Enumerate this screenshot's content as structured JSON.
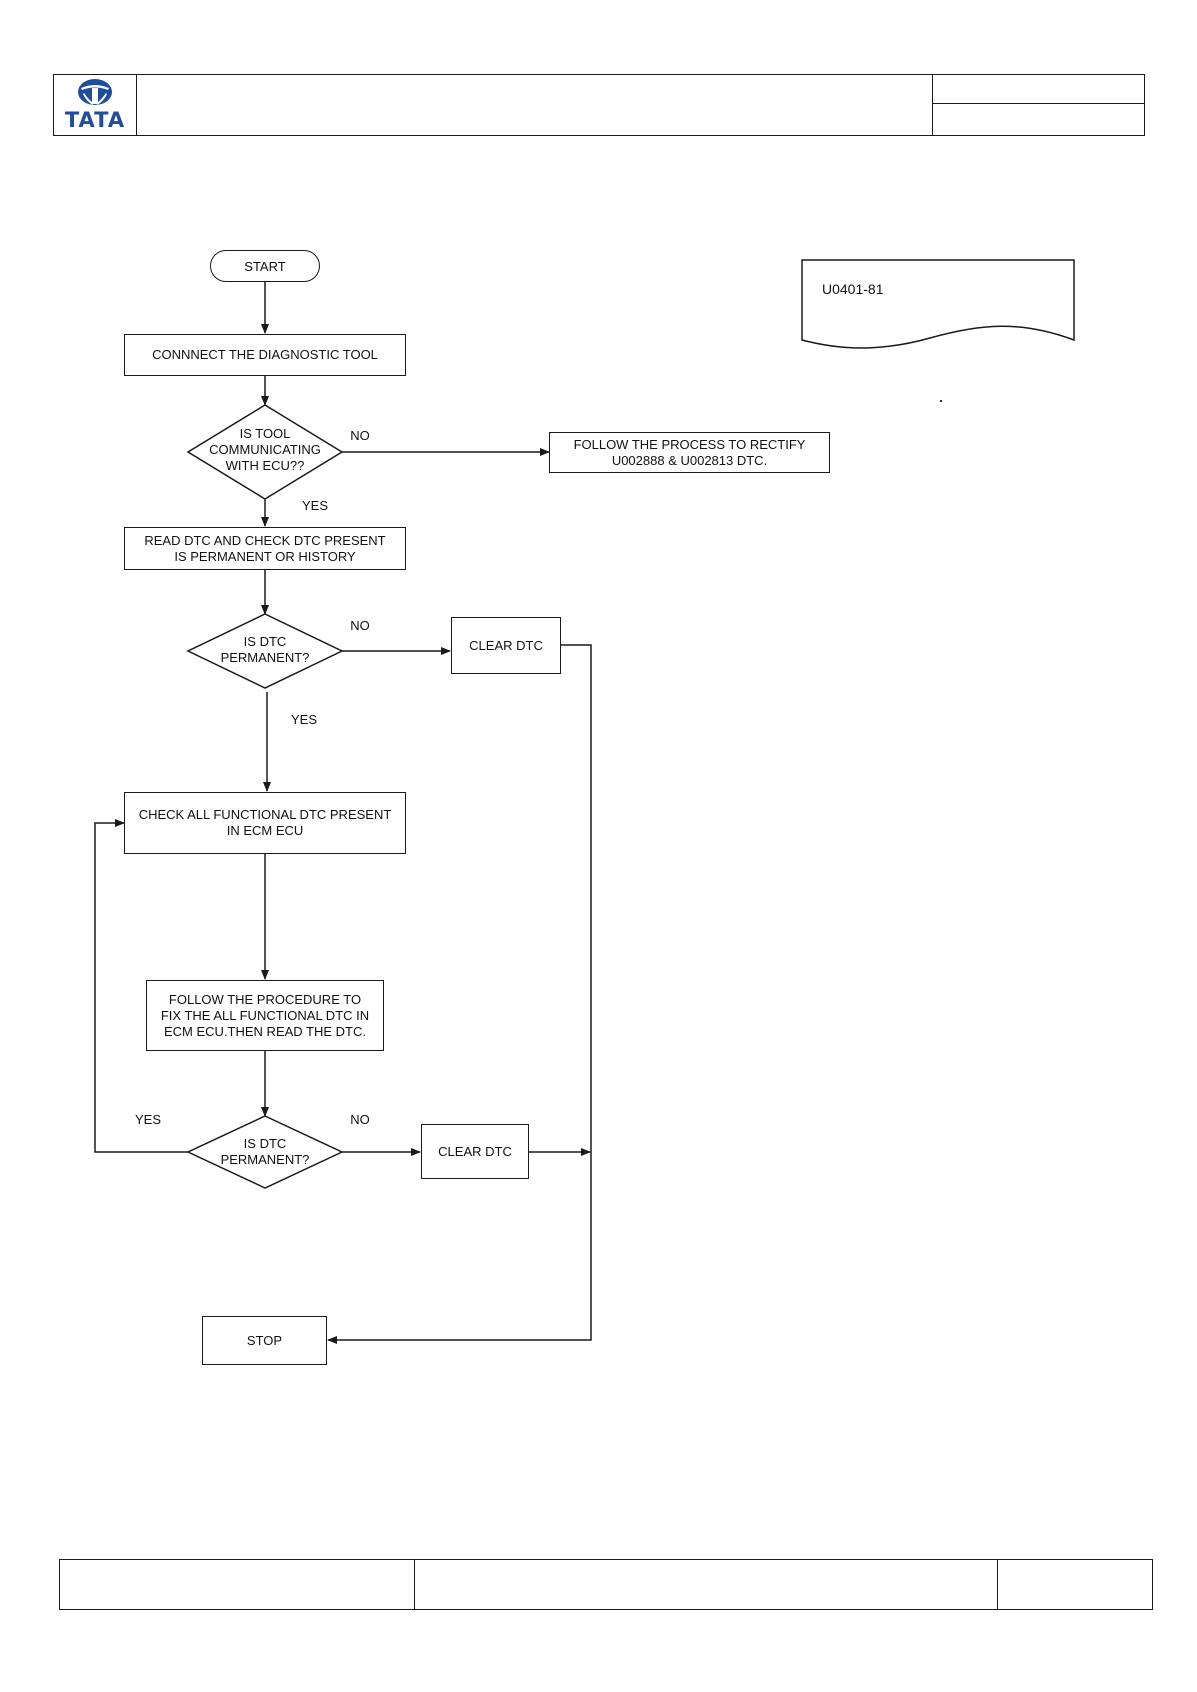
{
  "header": {
    "logo_text": "TATA",
    "brand_color": "#1f4e9c"
  },
  "document_tag": {
    "code": "U0401-81"
  },
  "flowchart": {
    "start": "START",
    "connect": "CONNNECT THE DIAGNOSTIC TOOL",
    "decision_tool": "IS  TOOL\nCOMMUNICATING\nWITH ECU??",
    "follow_rectify": "FOLLOW THE PROCESS TO RECTIFY\nU002888 & U002813 DTC.",
    "read_dtc": "READ DTC AND CHECK DTC PRESENT\nIS PERMANENT OR HISTORY",
    "decision_permanent_1": "IS DTC\nPERMANENT?",
    "clear_dtc_1": "CLEAR DTC",
    "check_functional": "CHECK ALL FUNCTIONAL DTC PRESENT\nIN ECM  ECU",
    "follow_procedure": "FOLLOW THE PROCEDURE  TO\nFIX THE ALL FUNCTIONAL DTC  IN\nECM  ECU.THEN READ THE DTC.",
    "decision_permanent_2": "IS DTC\nPERMANENT?",
    "clear_dtc_2": "CLEAR DTC",
    "stop": "STOP",
    "labels": {
      "no_1": "NO",
      "yes_1": "YES",
      "no_2": "NO",
      "yes_2": "YES",
      "yes_3": "YES",
      "no_3": "NO"
    }
  }
}
